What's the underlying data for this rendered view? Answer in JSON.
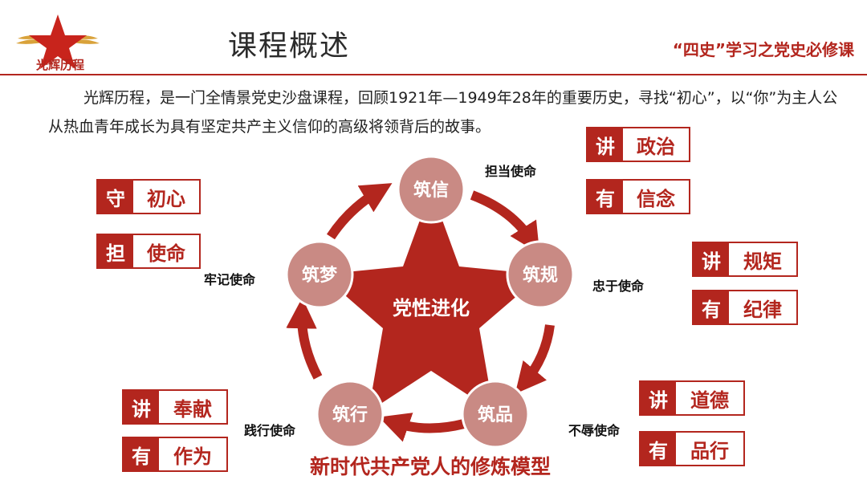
{
  "logo": {
    "text": "光辉历程",
    "icon": "red-star-with-wings-icon"
  },
  "header": {
    "title": "课程概述",
    "tag": "“四史”学习之党史必修课"
  },
  "intro": {
    "text": "光辉历程，是一门全情景党史沙盘课程，回顾1921年—1949年28年的重要历史，寻找“初心”，以“你”为主人公从热血青年成长为具有坚定共产主义信仰的高级将领背后的故事。"
  },
  "diagram": {
    "center": "党性进化",
    "nodes": [
      "筑信",
      "筑规",
      "筑品",
      "筑行",
      "筑梦"
    ],
    "missions": [
      "担当使命",
      "忠于使命",
      "不辱使命",
      "践行使命",
      "牢记使命"
    ],
    "caption": "新时代共产党人的修炼模型"
  },
  "labels": [
    {
      "k": "守",
      "v": "初心"
    },
    {
      "k": "担",
      "v": "使命"
    },
    {
      "k": "讲",
      "v": "政治"
    },
    {
      "k": "有",
      "v": "信念"
    },
    {
      "k": "讲",
      "v": "规矩"
    },
    {
      "k": "有",
      "v": "纪律"
    },
    {
      "k": "讲",
      "v": "道德"
    },
    {
      "k": "有",
      "v": "品行"
    },
    {
      "k": "讲",
      "v": "奉献"
    },
    {
      "k": "有",
      "v": "作为"
    }
  ],
  "colors": {
    "accent": "#b3261e",
    "node_fill": "#c98a84",
    "star": "#b3261e"
  }
}
